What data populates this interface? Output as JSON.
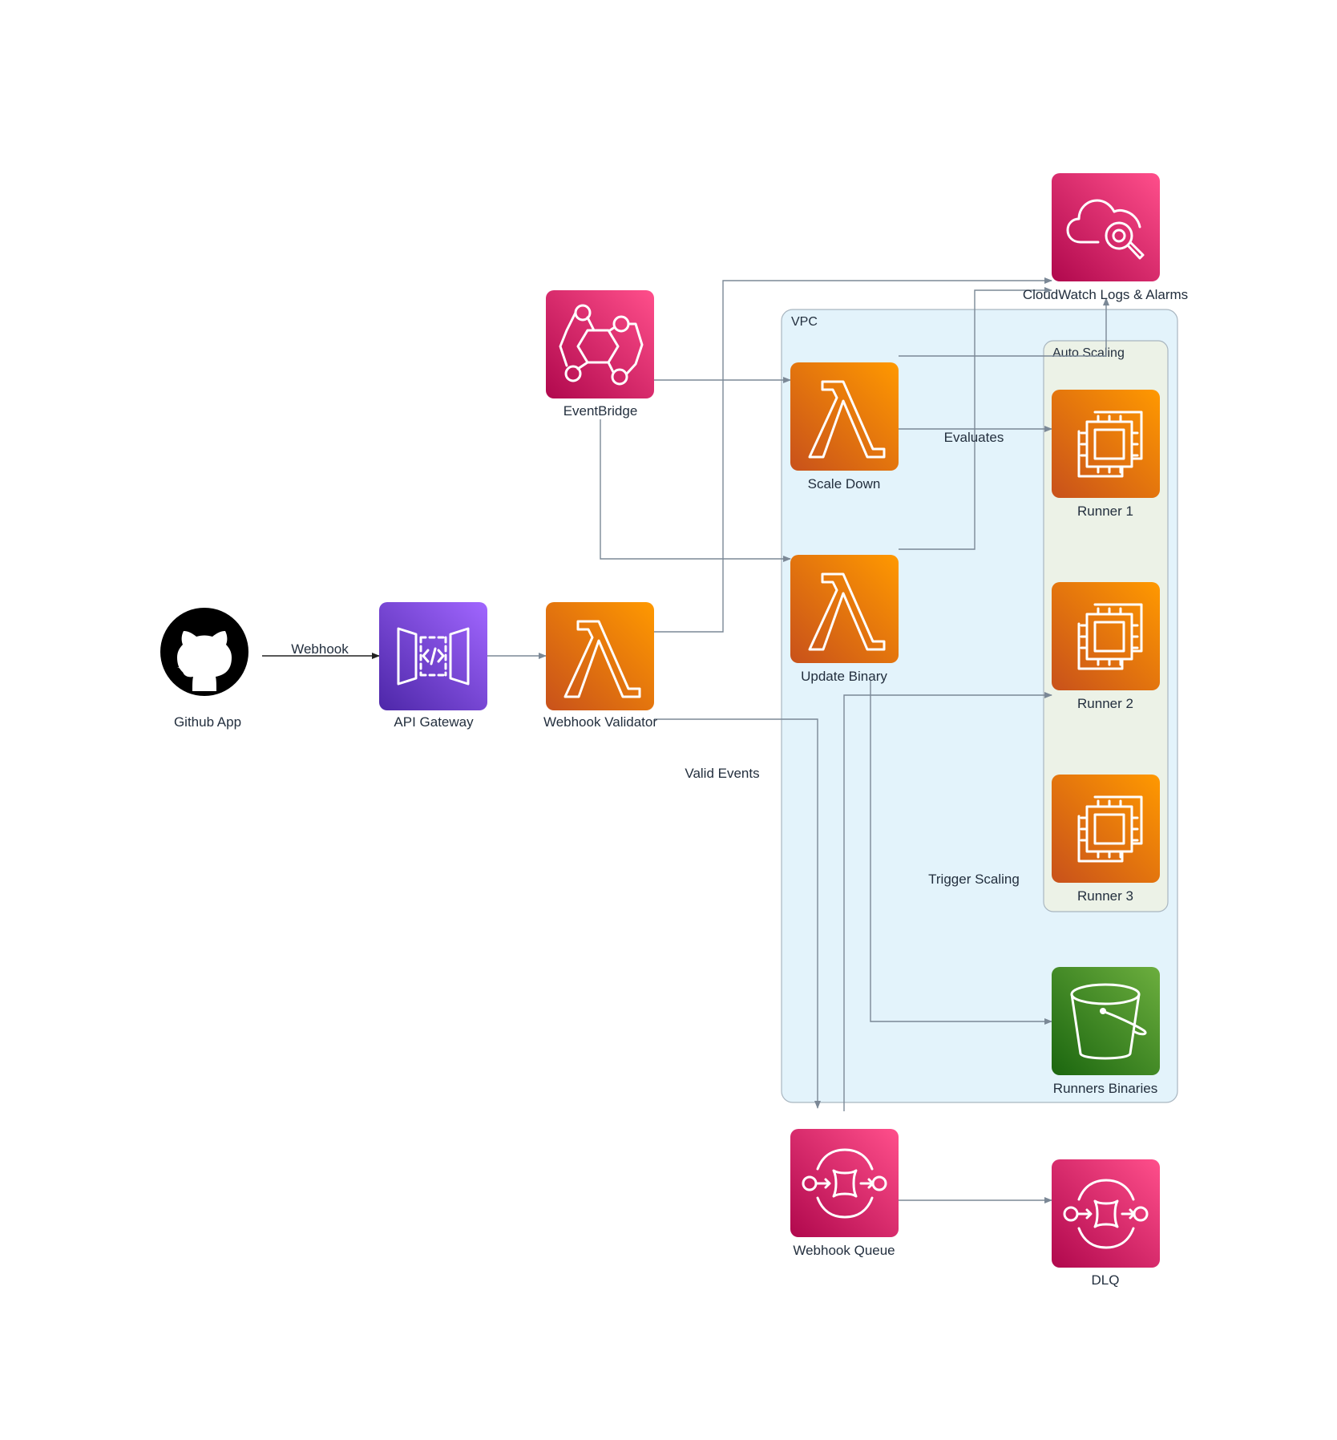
{
  "colors": {
    "lambda_orange": "#ed7100",
    "pink": "#e7157b",
    "purple": "#8c4fff",
    "green": "#3f8624",
    "vpc_fill": "#e3f3fb",
    "autoscaling_fill": "#ecf2e7",
    "edge": "#7b8896",
    "github": "#000000"
  },
  "groups": {
    "vpc": {
      "label": "VPC"
    },
    "autoscaling": {
      "label": "Auto Scaling"
    }
  },
  "nodes": {
    "github": {
      "label": "Github App",
      "icon": "github-icon"
    },
    "api_gateway": {
      "label": "API Gateway",
      "icon": "api-gateway-icon"
    },
    "webhook_validator": {
      "label": "Webhook Validator",
      "icon": "lambda-icon"
    },
    "eventbridge": {
      "label": "EventBridge",
      "icon": "eventbridge-icon"
    },
    "scale_down": {
      "label": "Scale Down",
      "icon": "lambda-icon"
    },
    "update_binary": {
      "label": "Update Binary",
      "icon": "lambda-icon"
    },
    "cloudwatch": {
      "label": "CloudWatch Logs & Alarms",
      "icon": "cloudwatch-icon"
    },
    "runner1": {
      "label": "Runner 1",
      "icon": "ec2-icon"
    },
    "runner2": {
      "label": "Runner 2",
      "icon": "ec2-icon"
    },
    "runner3": {
      "label": "Runner 3",
      "icon": "ec2-icon"
    },
    "runners_binaries": {
      "label": "Runners Binaries",
      "icon": "s3-bucket-icon"
    },
    "webhook_queue": {
      "label": "Webhook Queue",
      "icon": "sqs-icon"
    },
    "dlq": {
      "label": "DLQ",
      "icon": "sqs-icon"
    }
  },
  "edge_labels": {
    "webhook": "Webhook",
    "evaluates": "Evaluates",
    "valid_events": "Valid Events",
    "trigger_scaling": "Trigger Scaling"
  }
}
